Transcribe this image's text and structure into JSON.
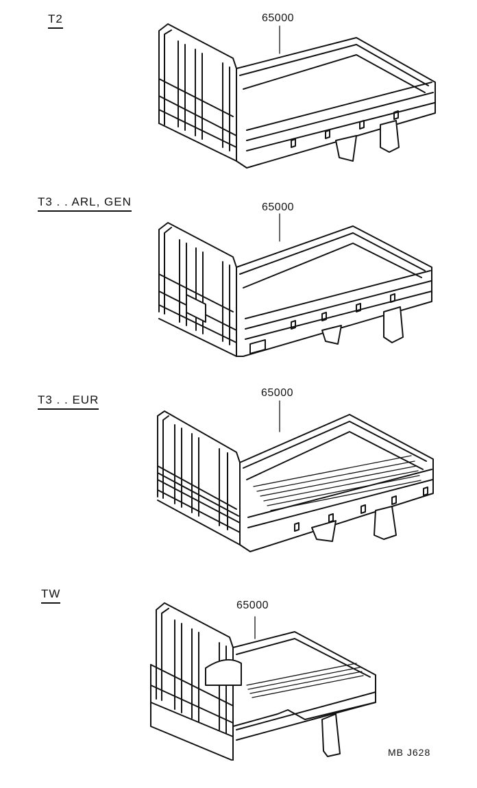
{
  "sections": [
    {
      "label": "T2",
      "part_number": "65000"
    },
    {
      "label": "T3 . . ARL, GEN",
      "part_number": "65000"
    },
    {
      "label": "T3 . . EUR",
      "part_number": "65000"
    },
    {
      "label": "TW",
      "part_number": "65000"
    }
  ],
  "diagram_code": "MB  J628"
}
